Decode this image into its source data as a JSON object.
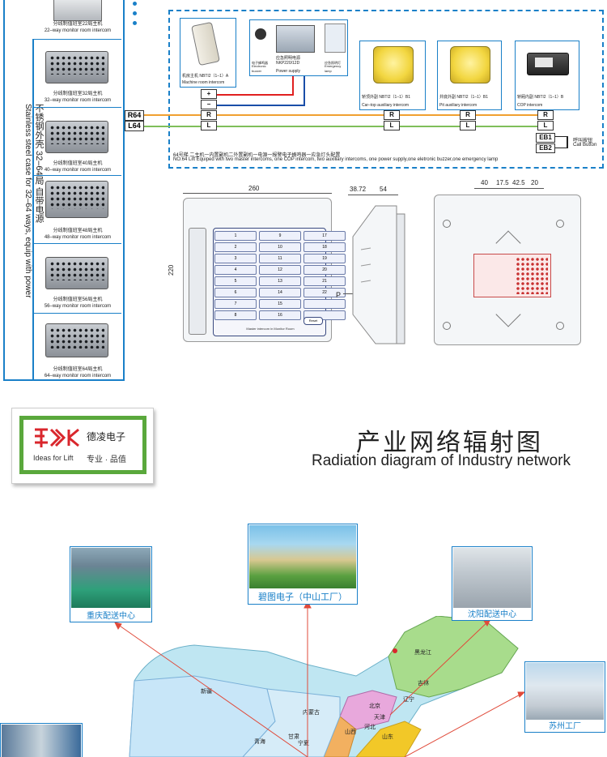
{
  "left_column": {
    "side_label_cn": "不锈钢外壳 32–64局 自带电源",
    "side_label_en": "Stainless steel case for 32–64 ways, equip with power",
    "products": [
      {
        "cn": "分线制值班室22局主机",
        "en": "22–way monitor room intercom"
      },
      {
        "cn": "分线制值班室32局主机",
        "en": "32–way monitor room intercom"
      },
      {
        "cn": "分线制值班室40局主机",
        "en": "40–way monitor room intercom"
      },
      {
        "cn": "分线制值班室48局主机",
        "en": "48–way monitor room intercom"
      },
      {
        "cn": "分线制值班室56局主机",
        "en": "56–way monitor room intercom"
      },
      {
        "cn": "分线制值班室64局主机",
        "en": "64–way monitor room intercom"
      }
    ]
  },
  "wiring": {
    "machine_room": {
      "cn": "机房主机 NBTI2（1–1）A",
      "en": "Machine room intercom"
    },
    "buzzer": {
      "cn": "电子蜂鸣器",
      "en": "Electronic buzzer"
    },
    "power": {
      "cn": "应急照明电源NKP220/12D",
      "en": "Power supply"
    },
    "emergency": {
      "cn": "应急照明灯",
      "en": "Emergency lamp"
    },
    "car_top": {
      "cn": "轿顶外副 NBTI2（1–1）B1",
      "en": "Car–top auxiliary intercom"
    },
    "pit": {
      "cn": "井底外副 NBTI2（1–1）B1",
      "en": "Pit auxiliary intercom"
    },
    "cop": {
      "cn": "轿厢内副 NBTI2（1–1）B",
      "en": "COP intercom"
    },
    "terminals": {
      "plus": "+",
      "minus": "−",
      "r": "R",
      "l": "L"
    },
    "line_r": "R64",
    "line_l": "L64",
    "eb1": "EB1",
    "eb2": "EB2",
    "call_button_cn": "呼叫按钮",
    "call_button_en": "Call Button",
    "note_cn": "64号梯   二主机一内置副机二外置副机一电源一报警电子蜂鸣器一应急灯头配置",
    "note_en": "NO.64 Lift  Equiped with two master intercoms, one COP intercom, two auxiliary intercoms, one power supply,one eletronic buzzer,one emergency lamp"
  },
  "drawings": {
    "width": "260",
    "height": "220",
    "side_dim_a": "38.72",
    "side_dim_b": "54",
    "p_label": "P",
    "back_dims": [
      "40",
      "17.5",
      "42.5",
      "20"
    ],
    "front_caption": "Master intercom in Monitor Room",
    "reset": "Reset",
    "cell_numbers": [
      "1",
      "9",
      "17",
      "2",
      "10",
      "18",
      "3",
      "11",
      "19",
      "4",
      "12",
      "20",
      "5",
      "13",
      "21",
      "6",
      "14",
      "22",
      "7",
      "15",
      "",
      "8",
      "16",
      ""
    ]
  },
  "brand": {
    "cn": "德凌电子",
    "tagline_en": "Ideas for Lift",
    "tagline_cn": "专业 · 品值",
    "color": "#d9262c",
    "frame_color": "#5aa83c"
  },
  "section_title": {
    "cn": "产业网络辐射图",
    "en": "Radiation diagram of Industry network"
  },
  "network": {
    "center": "碧图电子（中山工厂）",
    "chongqing": "重庆配送中心",
    "shenyang": "沈阳配送中心",
    "suzhou": "苏州工厂"
  },
  "map_labels": [
    "新疆",
    "内蒙古",
    "黑龙江",
    "吉林",
    "辽宁",
    "北京",
    "天津",
    "河北",
    "山西",
    "山东",
    "青海",
    "甘肃",
    "宁夏"
  ]
}
